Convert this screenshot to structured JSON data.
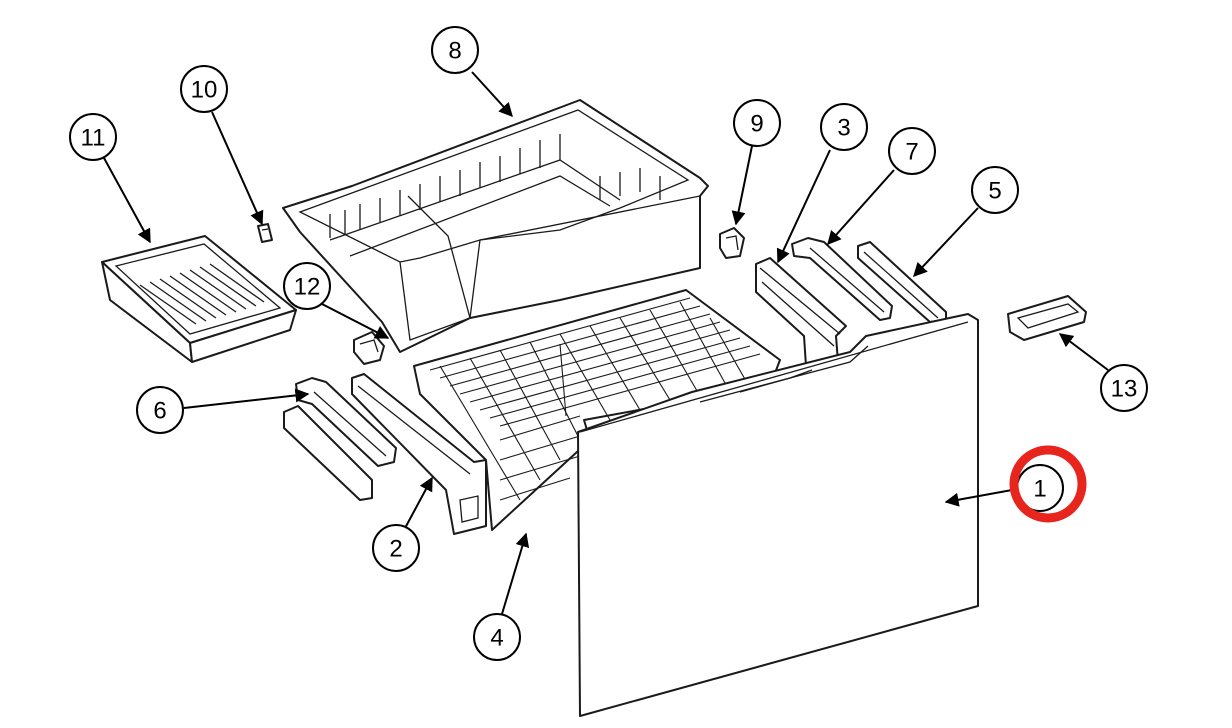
{
  "diagram": {
    "callouts": [
      {
        "id": "1",
        "label": "1"
      },
      {
        "id": "2",
        "label": "2"
      },
      {
        "id": "3",
        "label": "3"
      },
      {
        "id": "4",
        "label": "4"
      },
      {
        "id": "5",
        "label": "5"
      },
      {
        "id": "6",
        "label": "6"
      },
      {
        "id": "7",
        "label": "7"
      },
      {
        "id": "8",
        "label": "8"
      },
      {
        "id": "9",
        "label": "9"
      },
      {
        "id": "10",
        "label": "10"
      },
      {
        "id": "11",
        "label": "11"
      },
      {
        "id": "12",
        "label": "12"
      },
      {
        "id": "13",
        "label": "13"
      }
    ],
    "highlight": {
      "callout": "1",
      "color": "#e8251c"
    }
  }
}
